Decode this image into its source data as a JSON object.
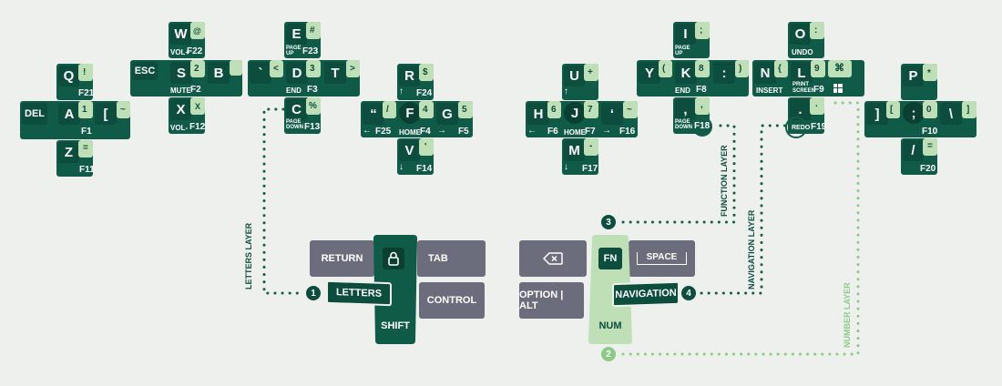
{
  "colors": {
    "dark": "#0f5b48",
    "cap": "#0d4d3d",
    "light": "#bfe0b7",
    "gray": "#6b6d7c",
    "dot_dark": "#145c48",
    "dot_light": "#8ccb86"
  },
  "keys": {
    "q": {
      "main": "Q",
      "sub": "!",
      "fn": "F21"
    },
    "del": {
      "main": "DEL"
    },
    "a": {
      "main": "A",
      "sub": "1",
      "fn": "F1"
    },
    "bracket": {
      "main": "[",
      "sub": "~"
    },
    "z": {
      "main": "Z",
      "sub": "=",
      "fn": "F11"
    },
    "esc": {
      "main": "ESC"
    },
    "w": {
      "main": "W",
      "sub": "@",
      "fn": "F22",
      "label": "VOL+"
    },
    "s": {
      "main": "S",
      "sub": "2",
      "fn": "F2",
      "label": "MUTE"
    },
    "x": {
      "main": "X",
      "sub": "X",
      "fn": "F12",
      "label": "VOL-"
    },
    "b": {
      "main": "B"
    },
    "e": {
      "main": "E",
      "sub": "#",
      "fn": "F23",
      "label": "PAGE UP"
    },
    "backtick": {
      "main": "`",
      "sub": "<"
    },
    "d": {
      "main": "D",
      "sub": "3",
      "fn": "F3",
      "label": "END"
    },
    "t": {
      "main": "T",
      "sub": ">"
    },
    "c": {
      "main": "C",
      "sub": "%",
      "fn": "F13",
      "label": "PAGE DOWN"
    },
    "r": {
      "main": "R",
      "sub": "$",
      "fn": "F24",
      "arrow": "↑"
    },
    "quote": {
      "main": "“",
      "sub": "/",
      "fn": "F25",
      "arrow": "←"
    },
    "f": {
      "main": "F",
      "sub": "4",
      "fn": "F4",
      "label": "HOME"
    },
    "g": {
      "main": "G",
      "sub": "5",
      "fn": "F5",
      "arrow": "→"
    },
    "v": {
      "main": "V",
      "sub": "'",
      "fn": "F14",
      "arrow": "↓"
    },
    "u": {
      "main": "U",
      "sub": "+",
      "arrow": "↑"
    },
    "h": {
      "main": "H",
      "sub": "6",
      "fn": "F6",
      "arrow": "←"
    },
    "j": {
      "main": "J",
      "sub": "7",
      "fn": "F7",
      "label": "HOME"
    },
    "apos": {
      "main": "‘",
      "sub": "~",
      "fn": "F16",
      "arrow": "→"
    },
    "m": {
      "main": "M",
      "sub": "-",
      "fn": "F17",
      "arrow": "↓"
    },
    "i": {
      "main": "I",
      "sub": ";",
      "label": "PAGE UP"
    },
    "y": {
      "main": "Y",
      "sub": "("
    },
    "k": {
      "main": "K",
      "sub": "8",
      "fn": "F8",
      "label": "END"
    },
    "colon": {
      "main": ":",
      "sub": ")"
    },
    "comma": {
      "main": ",",
      "sub": ",",
      "fn": "F18",
      "label": "PAGE DOWN"
    },
    "o": {
      "main": "O",
      "sub": ":",
      "label": "UNDO"
    },
    "n": {
      "main": "N",
      "sub": "{",
      "label": "INSERT"
    },
    "l": {
      "main": "L",
      "sub": "9",
      "fn": "F9",
      "label": "PRINT SCREEN",
      "extra": "⌘"
    },
    "dot": {
      "main": ".",
      "sub": ".",
      "fn": "F19",
      "label": "REDO"
    },
    "p": {
      "main": "P",
      "sub": "*"
    },
    "rbracket": {
      "main": "]",
      "sub": "["
    },
    "semi": {
      "main": ";",
      "sub": "0",
      "fn": "F10"
    },
    "bslash": {
      "main": "\\",
      "sub": "]"
    },
    "slash": {
      "main": "/",
      "sub": "=",
      "fn": "F20"
    }
  },
  "thumbs": {
    "return": "RETURN",
    "tab": "TAB",
    "letters": "LETTERS",
    "control": "CONTROL",
    "shift": "SHIFT",
    "option_alt": "OPTION | ALT",
    "fn": "FN",
    "space": "SPACE",
    "navigation": "NAVIGATION",
    "num": "NUM"
  },
  "layers": {
    "letters": "LETTERS LAYER",
    "function": "FUNCTION LAYER",
    "navigation": "NAVIGATION  LAYER",
    "number": "NUMBER LAYER"
  },
  "badges": {
    "b1": "1",
    "b2": "2",
    "b3": "3",
    "b4": "4"
  }
}
